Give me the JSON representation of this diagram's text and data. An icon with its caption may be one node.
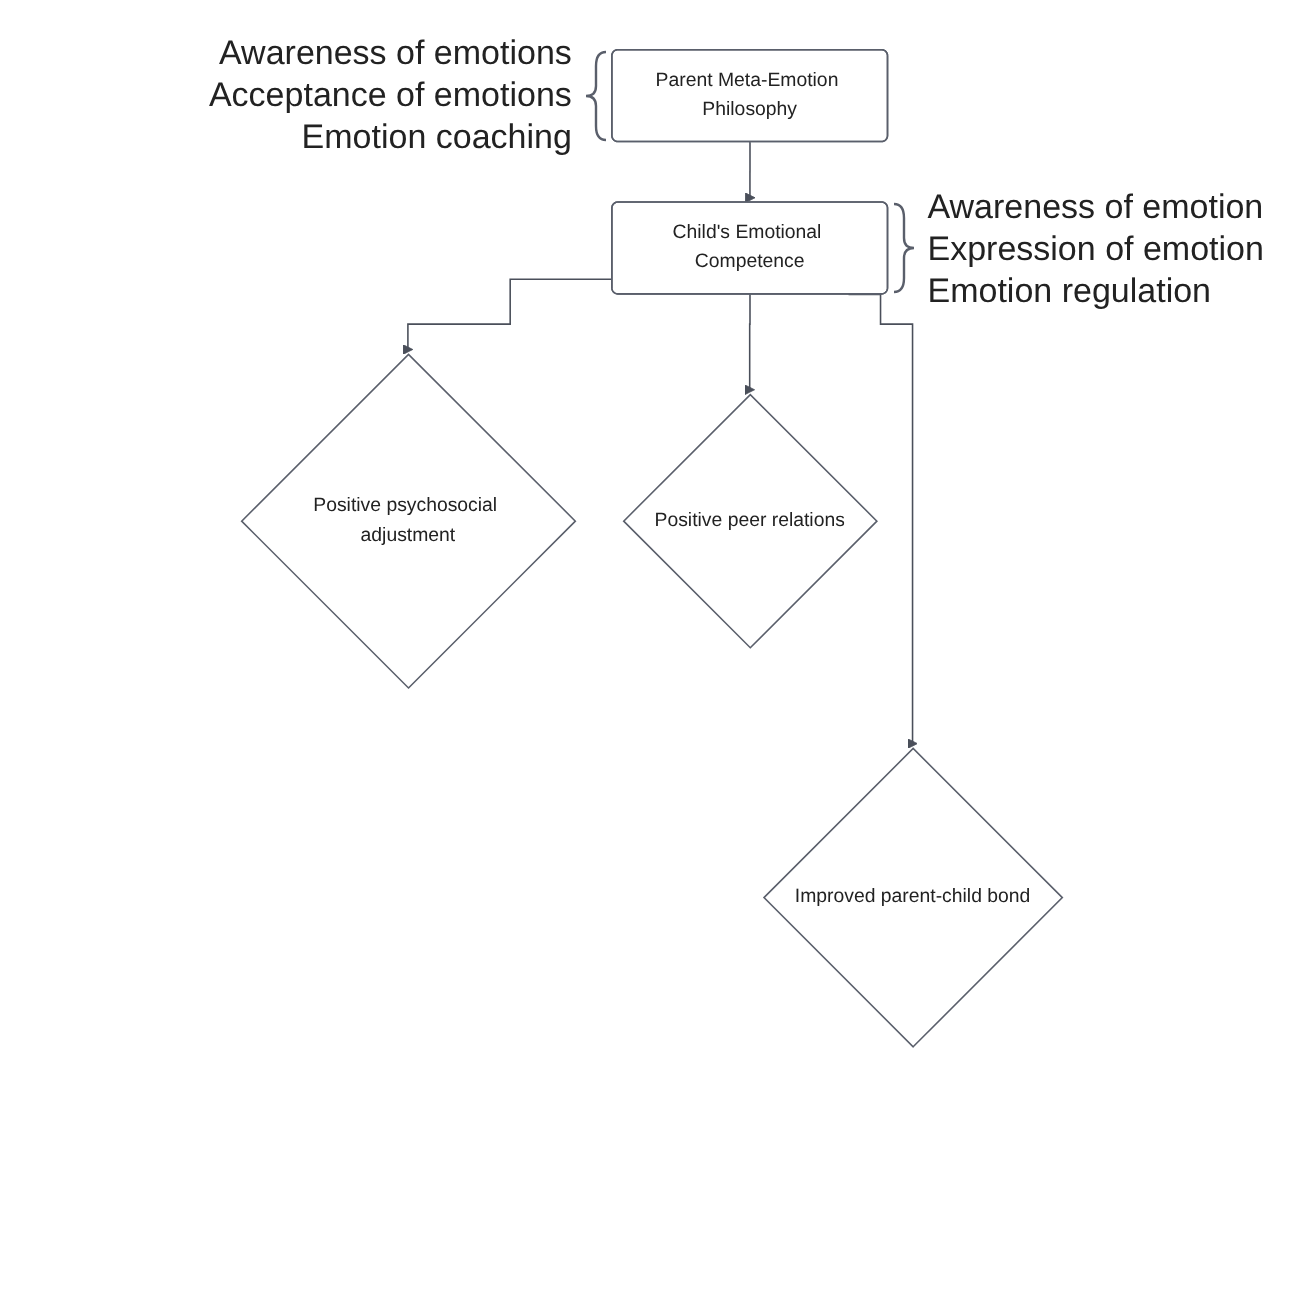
{
  "diagram": {
    "nodes": [
      {
        "text": [
          "Parent Meta-Emotion Philosophy"
        ],
        "beside": [
          "Awareness of emotions",
          "Acceptance of emotions",
          "Emotion coaching"
        ]
      },
      {
        "text": [
          "Child's Emotional Competence"
        ],
        "beside": [
          "Awareness of emotion",
          "Expression of emotion",
          "Emotion regulation"
        ]
      },
      {
        "text": [
          "Positive psychosocial adjustment"
        ]
      },
      {
        "text": [
          "Positive peer relations"
        ]
      },
      {
        "text": [
          "Improved parent-child bond"
        ]
      }
    ],
    "edges": [
      {
        "from": 0,
        "to": 1,
        "arrow": "to"
      },
      {
        "from": 1,
        "to": 2,
        "arrow": "to"
      },
      {
        "from": 1,
        "to": 3,
        "arrow": "to"
      },
      {
        "from": 1,
        "to": 4,
        "arrow": "to"
      }
    ]
  }
}
